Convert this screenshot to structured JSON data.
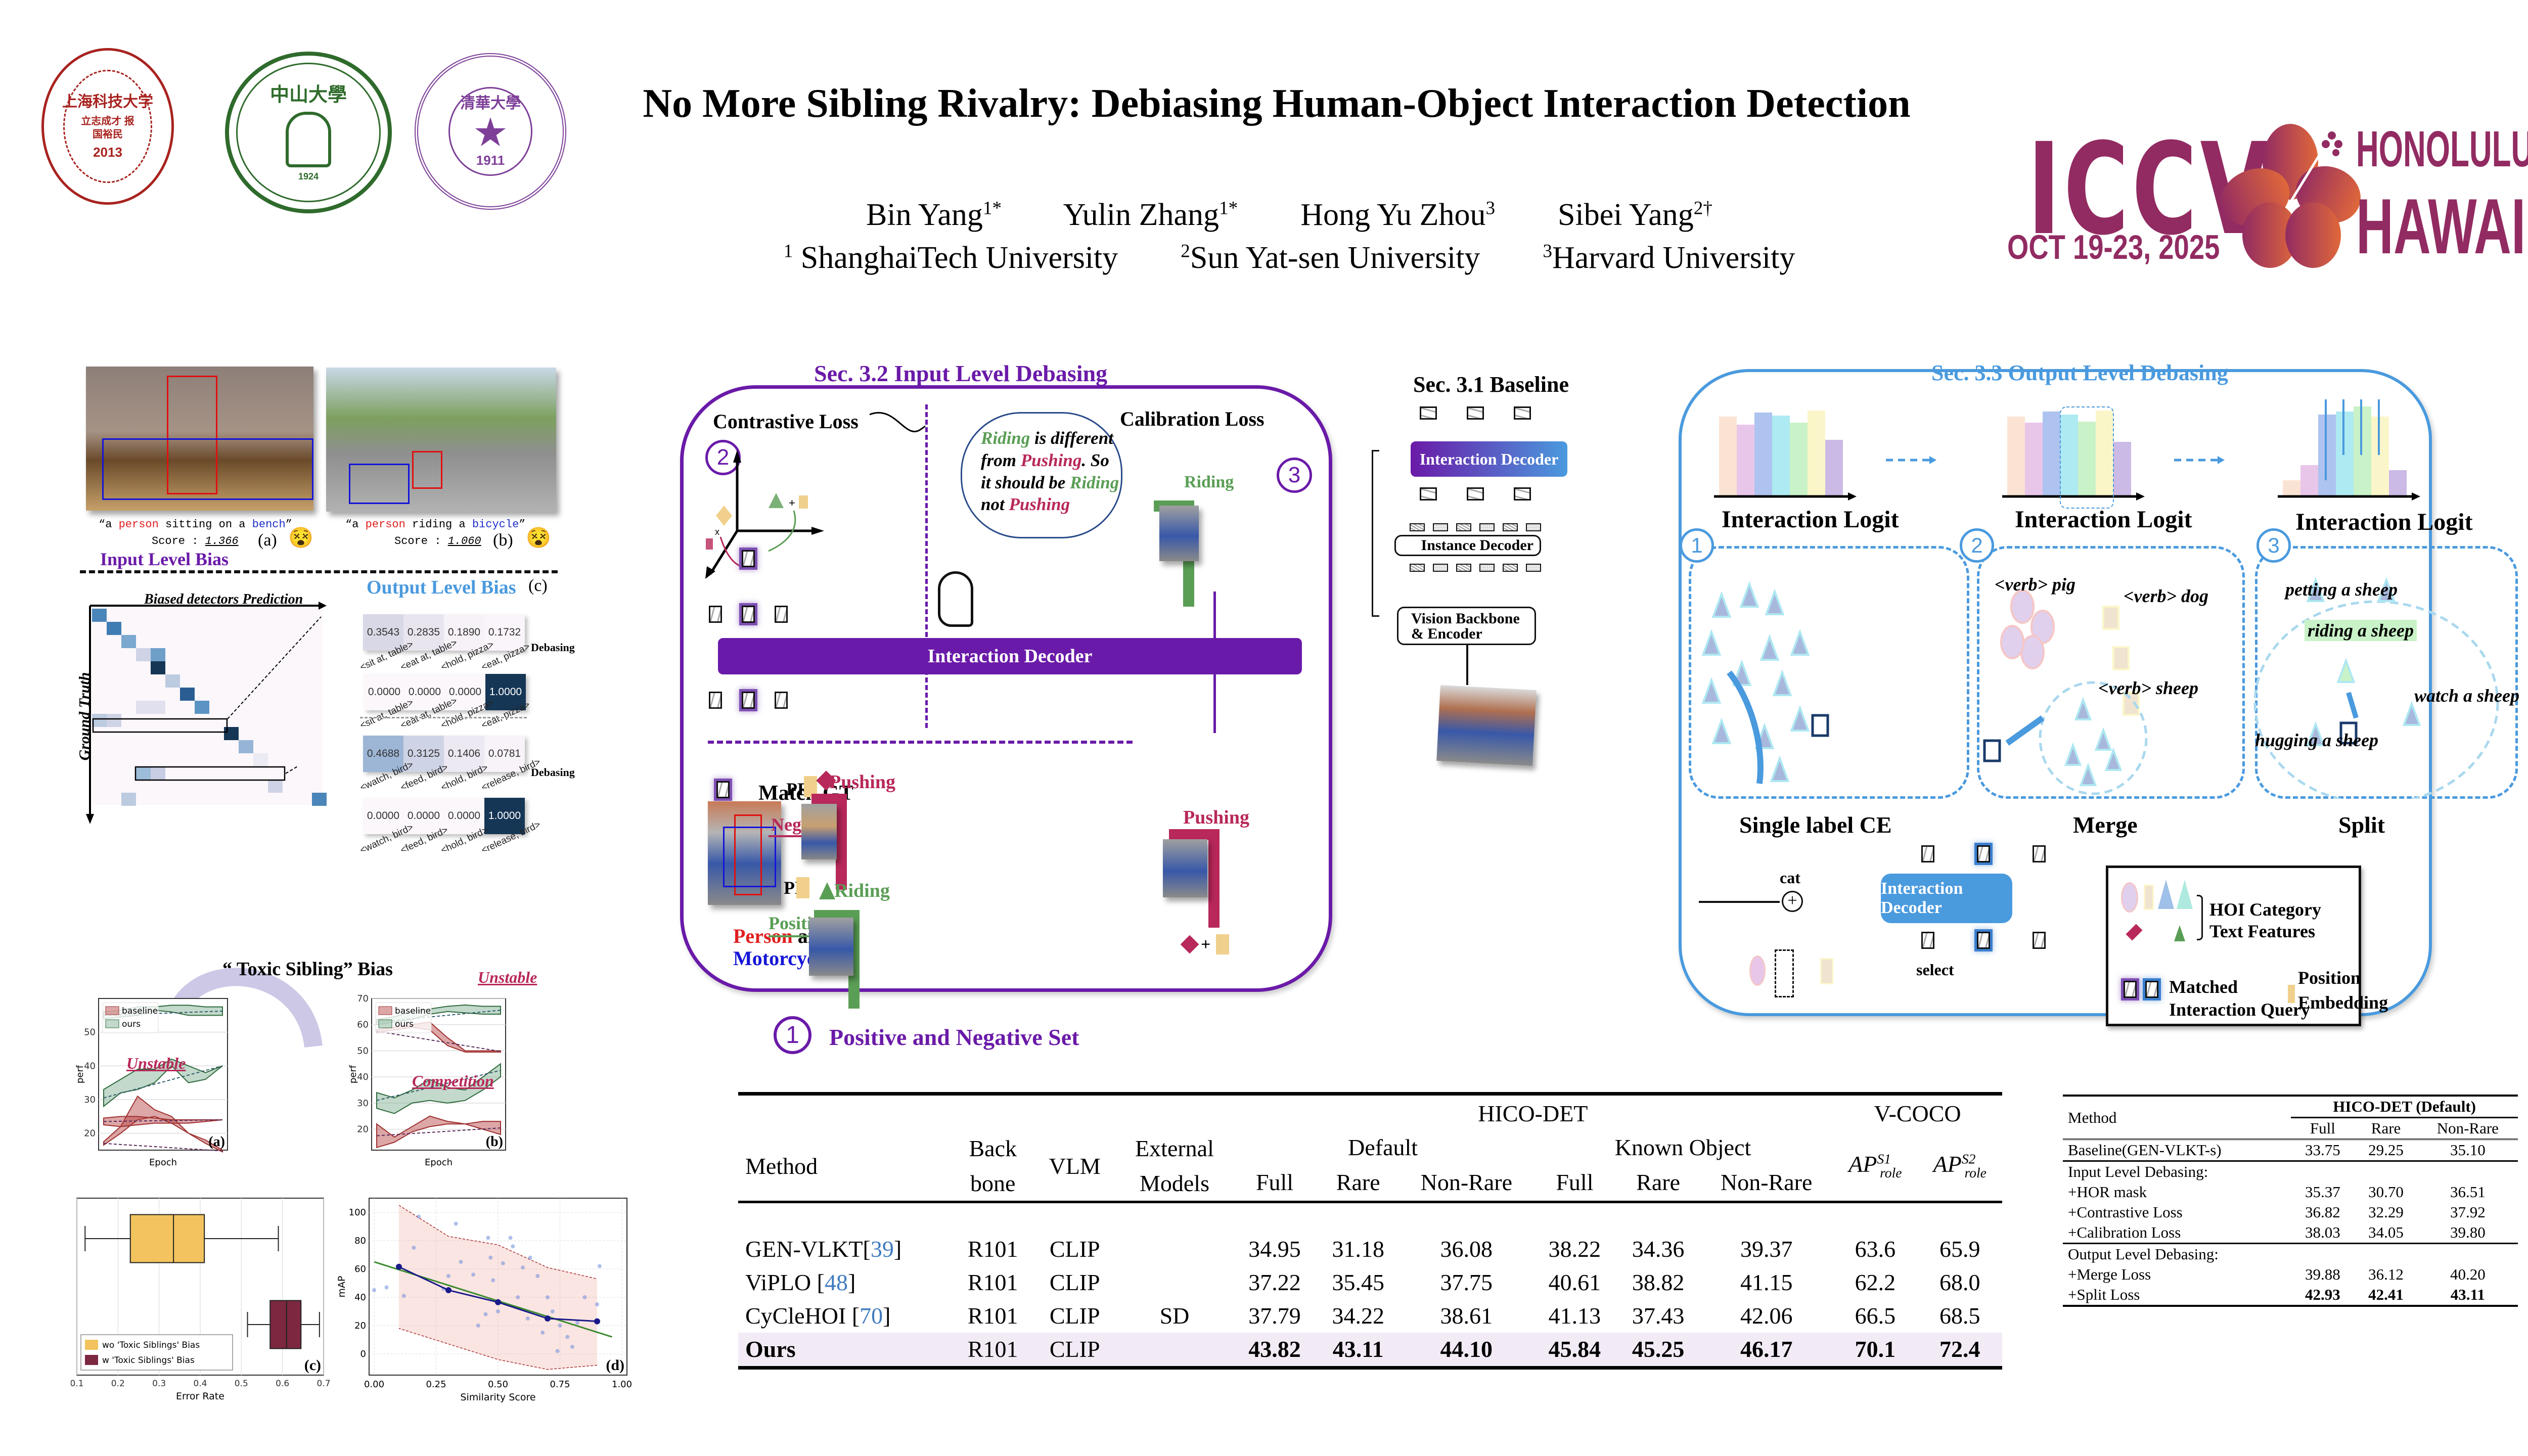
{
  "header": {
    "title": "No More Sibling Rivalry: Debiasing Human-Object Interaction Detection",
    "authors": [
      {
        "name": "Bin Yang",
        "sup": "1*"
      },
      {
        "name": "Yulin Zhang",
        "sup": "1*"
      },
      {
        "name": "Hong Yu Zhou",
        "sup": "3"
      },
      {
        "name": "Sibei Yang",
        "sup": "2†"
      }
    ],
    "affiliations": [
      {
        "sup": "1",
        "name": "ShanghaiTech University"
      },
      {
        "sup": "2",
        "name": "Sun Yat-sen University"
      },
      {
        "sup": "3",
        "name": "Harvard University"
      }
    ],
    "logos": [
      {
        "name": "ShanghaiTech University",
        "cn": "上海科技大学",
        "year": "2013",
        "motto": "立志成才 报国裕民",
        "color": "#a8231f"
      },
      {
        "name": "SUN YAT-SEN UNIVERSITY",
        "cn": "中山大學",
        "year": "1924",
        "color": "#2f6b2c"
      },
      {
        "name": "TSINGHUA UNIVERSITY",
        "cn": "清華大學",
        "year": "1911",
        "color": "#7d3f98"
      }
    ],
    "conference": {
      "name": "ICCV",
      "dates": "OCT 19-23, 2025",
      "city": "HONOLULU",
      "state": "HAWAII",
      "color": "#922b62",
      "flower_colors": [
        "#922b62",
        "#e0683a"
      ]
    }
  },
  "input_bias": {
    "caption_a": {
      "pre": "“a ",
      "subject": "person",
      "mid": " sitting on a ",
      "object": "bench",
      "post": "”",
      "score_label": "Score : ",
      "score": "1.366",
      "tag": "(a)"
    },
    "caption_b": {
      "pre": "“a ",
      "subject": "person",
      "mid": " riding a ",
      "object": "bicycle",
      "post": "”",
      "score_label": "Score : ",
      "score": "1.060",
      "tag": "(b)"
    },
    "title": "Input Level Bias"
  },
  "output_bias": {
    "title": "Output Level Bias",
    "tag": "(c)",
    "x_axis": "Biased detectors Prediction",
    "y_axis": "Ground Truth",
    "debias_label": "Debasing",
    "rows": [
      {
        "values": [
          "0.3543",
          "0.2835",
          "0.1890",
          "0.1732"
        ],
        "labels": [
          "<sit at, table>",
          "<eat at, table>",
          "<hold, pizza>",
          "<eat, pizza>"
        ]
      },
      {
        "values": [
          "0.0000",
          "0.0000",
          "0.0000",
          "1.0000"
        ],
        "labels": [
          "<sit at, table>",
          "<eat at, table>",
          "<hold, pizza>",
          "<eat, pizza>"
        ]
      },
      {
        "values": [
          "0.4688",
          "0.3125",
          "0.1406",
          "0.0781"
        ],
        "labels": [
          "<watch, bird>",
          "<feed, bird>",
          "<hold, bird>",
          "<release, bird>"
        ]
      },
      {
        "values": [
          "0.0000",
          "0.0000",
          "0.0000",
          "1.0000"
        ],
        "labels": [
          "<watch, bird>",
          "<feed, bird>",
          "<hold, bird>",
          "<release, bird>"
        ]
      }
    ]
  },
  "toxic": {
    "title": "“ Toxic Sibling” Bias",
    "unstable": "Unstable",
    "competition": "Competition"
  },
  "chart_data": [
    {
      "id": "a",
      "type": "area",
      "tag": "(a)",
      "xlabel": "Epoch",
      "ylabel": "perf",
      "ylim": [
        15,
        60
      ],
      "yticks": [
        20,
        30,
        40,
        50
      ],
      "legend": [
        "baseline",
        "ours"
      ],
      "legend_position": "top-left",
      "series": [
        {
          "name": "ours (top band)",
          "upper": [
            56,
            56.5,
            57.5,
            57.5,
            58,
            58,
            57.5,
            57.5
          ],
          "lower": [
            54,
            54.5,
            55,
            56.5,
            56,
            55,
            55,
            55
          ]
        },
        {
          "name": "ours (mid band)",
          "upper": [
            33,
            36,
            39,
            39,
            42,
            40,
            38,
            40
          ],
          "lower": [
            28,
            32,
            33,
            35,
            40,
            35,
            36,
            40
          ]
        },
        {
          "name": "baseline (peak band)",
          "upper": [
            17.5,
            22,
            31,
            27,
            25,
            20,
            18,
            15
          ],
          "lower": [
            16.5,
            20,
            24,
            25,
            23,
            20,
            17,
            14.5
          ]
        },
        {
          "name": "baseline (flat band)",
          "upper": [
            24.5,
            25,
            25,
            24.5,
            24,
            24,
            24,
            24
          ],
          "lower": [
            22.5,
            22,
            22.5,
            23,
            23,
            23,
            23.5,
            24
          ]
        }
      ]
    },
    {
      "id": "b",
      "type": "area",
      "tag": "(b)",
      "xlabel": "Epoch",
      "ylabel": "perf",
      "ylim": [
        12,
        70
      ],
      "yticks": [
        20,
        30,
        40,
        50,
        60,
        70
      ],
      "legend": [
        "baseline",
        "ours"
      ],
      "legend_position": "top-left",
      "series": [
        {
          "name": "ours (top band)",
          "upper": [
            62,
            63,
            65,
            66,
            67,
            67.5,
            67,
            67
          ],
          "lower": [
            60,
            61,
            62,
            64,
            65,
            64.5,
            64,
            64
          ]
        },
        {
          "name": "baseline (drop band)",
          "upper": [
            58,
            59,
            60,
            61,
            55,
            50,
            50,
            50
          ],
          "lower": [
            57,
            58,
            59,
            58,
            52,
            49.5,
            49.5,
            49.5
          ]
        },
        {
          "name": "ours (mid band)",
          "upper": [
            34,
            32,
            35,
            39,
            36,
            35,
            40,
            45
          ],
          "lower": [
            28,
            26,
            30,
            31,
            30,
            31,
            35,
            40
          ]
        },
        {
          "name": "baseline (low band)",
          "upper": [
            22,
            17,
            21,
            25,
            23,
            22,
            23,
            23
          ],
          "lower": [
            13,
            15,
            19,
            21,
            22,
            22,
            20,
            18
          ]
        }
      ]
    },
    {
      "id": "c",
      "type": "box",
      "tag": "(c)",
      "xlabel": "Error Rate",
      "xlim": [
        0.1,
        0.7
      ],
      "xticks": [
        0.1,
        0.2,
        0.3,
        0.4,
        0.5,
        0.6,
        0.7
      ],
      "legend": [
        "wo 'Toxic Siblings' Bias",
        "w 'Toxic Siblings' Bias"
      ],
      "legend_position": "bottom-left",
      "series": [
        {
          "name": "wo 'Toxic Siblings' Bias",
          "color": "#f2c35e",
          "whisker_low": 0.12,
          "q1": 0.23,
          "median": 0.335,
          "q3": 0.41,
          "whisker_high": 0.59
        },
        {
          "name": "w 'Toxic Siblings' Bias",
          "color": "#7b2840",
          "whisker_low": 0.515,
          "q1": 0.57,
          "median": 0.61,
          "q3": 0.645,
          "whisker_high": 0.69
        }
      ]
    },
    {
      "id": "d",
      "type": "scatter",
      "tag": "(d)",
      "xlabel": "Similarity Score",
      "ylabel": "mAP",
      "xlim": [
        0.0,
        1.0
      ],
      "ylim": [
        -15,
        110
      ],
      "xticks": [
        "0.00",
        "0.25",
        "0.50",
        "0.75",
        "1.00"
      ],
      "yticks": [
        0,
        20,
        40,
        60,
        80,
        100
      ],
      "binned_mean": {
        "x": [
          0.1,
          0.3,
          0.5,
          0.7,
          0.9
        ],
        "y": [
          61.5,
          45,
          36.5,
          25,
          23
        ]
      },
      "trend_line": {
        "x": [
          0.0,
          0.96
        ],
        "y": [
          65,
          12
        ]
      },
      "band_upper": {
        "x": [
          0.1,
          0.3,
          0.5,
          0.7,
          0.9
        ],
        "y": [
          105,
          83,
          77,
          61,
          53
        ]
      },
      "band_lower": {
        "x": [
          0.1,
          0.3,
          0.5,
          0.7,
          0.9
        ],
        "y": [
          18,
          7,
          -4,
          -11,
          -8
        ]
      },
      "points_sample": [
        [
          0.0,
          45
        ],
        [
          0.05,
          47
        ],
        [
          0.12,
          41
        ],
        [
          0.16,
          75
        ],
        [
          0.18,
          97
        ],
        [
          0.28,
          46
        ],
        [
          0.3,
          55
        ],
        [
          0.33,
          92
        ],
        [
          0.35,
          65
        ],
        [
          0.4,
          56
        ],
        [
          0.46,
          82
        ],
        [
          0.47,
          68
        ],
        [
          0.48,
          52
        ],
        [
          0.52,
          64
        ],
        [
          0.55,
          82
        ],
        [
          0.56,
          76
        ],
        [
          0.6,
          61
        ],
        [
          0.63,
          68
        ],
        [
          0.66,
          55
        ],
        [
          0.7,
          40
        ],
        [
          0.72,
          30
        ],
        [
          0.75,
          20
        ],
        [
          0.78,
          12
        ],
        [
          0.8,
          5
        ],
        [
          0.85,
          40
        ],
        [
          0.9,
          35
        ],
        [
          0.91,
          62
        ],
        [
          0.58,
          40
        ],
        [
          0.62,
          25
        ],
        [
          0.68,
          15
        ],
        [
          0.74,
          2
        ],
        [
          0.82,
          22
        ],
        [
          0.5,
          30
        ],
        [
          0.45,
          28
        ],
        [
          0.42,
          20
        ]
      ]
    }
  ],
  "input_debiasing": {
    "section": "Sec. 3.2  Input Level Debasing",
    "contrastive_loss": "Contrastive Loss",
    "calibration_loss": "Calibration Loss",
    "thought": [
      {
        "t": "Riding",
        "c": "green"
      },
      {
        "t": " is different from ",
        "c": "black"
      },
      {
        "t": "Pushing",
        "c": "red"
      },
      {
        "t": ". So it should be ",
        "c": "black"
      },
      {
        "t": "Riding",
        "c": "green"
      },
      {
        "t": " not ",
        "c": "black"
      },
      {
        "t": "Pushing",
        "c": "red"
      }
    ],
    "riding_label": "Riding",
    "decoder": "Interaction Decoder",
    "step2": "2",
    "step3": "3",
    "step1": "1",
    "match_gt": "Match GT",
    "person": "Person",
    "and": " and",
    "motorcycle": "Motorcycle",
    "negative": "Negative",
    "positive": "Positive",
    "pe": "PE",
    "pushing": "Pushing",
    "riding": "Riding",
    "set_title": "Positive and Negative Set",
    "x_label": "x",
    "plus": "+",
    "colors": {
      "purple": "#6a1aa8",
      "green": "#5a9e55",
      "red": "#b8285a",
      "gold": "#f0d08c"
    }
  },
  "baseline": {
    "section": "Sec. 3.1  Baseline",
    "interaction_decoder": "Interaction Decoder",
    "instance_decoder": "Instance Decoder",
    "backbone": [
      "Vision Backbone",
      "& Encoder"
    ]
  },
  "output_debiasing": {
    "section": "Sec. 3.3  Output Level Debasing",
    "logit_label": "Interaction Logit",
    "bar_colors": [
      "#fbe3d3",
      "#e8c6ea",
      "#aec3ef",
      "#aeeaf2",
      "#c9f2c8",
      "#fbf6c9",
      "#cbb9e6"
    ],
    "bars_1": [
      0.78,
      0.7,
      0.82,
      0.79,
      0.72,
      0.84,
      0.55
    ],
    "bars_2": [
      0.78,
      0.72,
      0.83,
      0.8,
      0.73,
      0.84,
      0.53
    ],
    "bars_3": [
      0.15,
      0.3,
      0.8,
      0.83,
      0.88,
      0.78,
      0.25
    ],
    "steps": [
      "1",
      "2",
      "3"
    ],
    "merge_labels": [
      "<verb> pig",
      "<verb> dog",
      "<verb> sheep"
    ],
    "split_labels": [
      "petting a sheep",
      "riding a sheep",
      "watch a sheep",
      "hugging a sheep"
    ],
    "stage_labels": [
      "Single label CE",
      "Merge",
      "Split"
    ],
    "cat": "cat",
    "select": "select",
    "decoder": "Interaction Decoder"
  },
  "legend": {
    "hoi": [
      "HOI Category",
      "Text Features"
    ],
    "matched": [
      "Matched",
      "Interaction Query"
    ],
    "position": [
      "Position",
      "Embedding"
    ]
  },
  "main_table": {
    "group_headers": {
      "hico": "HICO-DET",
      "vcoco": "V-COCO",
      "default": "Default",
      "known": "Known Object"
    },
    "columns": [
      "Method",
      "Back bone",
      "VLM",
      "External Models",
      "Full",
      "Rare",
      "Non-Rare",
      "Full",
      "Rare",
      "Non-Rare",
      "AP_role^S1",
      "AP_role^S2"
    ],
    "col_head": {
      "method": "Method",
      "backbone1": "Back",
      "backbone2": "bone",
      "vlm": "VLM",
      "ext1": "External",
      "ext2": "Models",
      "full": "Full",
      "rare": "Rare",
      "nonrare": "Non-Rare",
      "ap": "AP",
      "sub": "role",
      "s1": "S1",
      "s2": "S2"
    },
    "rows": [
      {
        "method": "GEN-VLKT",
        "ref": "39",
        "backbone": "R101",
        "vlm": "CLIP",
        "ext": "",
        "vals": [
          "34.95",
          "31.18",
          "36.08",
          "38.22",
          "34.36",
          "39.37",
          "63.6",
          "65.9"
        ],
        "highlight": false
      },
      {
        "method": "ViPLO ",
        "ref": "48",
        "backbone": "R101",
        "vlm": "CLIP",
        "ext": "",
        "vals": [
          "37.22",
          "35.45",
          "37.75",
          "40.61",
          "38.82",
          "41.15",
          "62.2",
          "68.0"
        ],
        "highlight": false
      },
      {
        "method": "CyCleHOI ",
        "ref": "70",
        "backbone": "R101",
        "vlm": "CLIP",
        "ext": "SD",
        "vals": [
          "37.79",
          "34.22",
          "38.61",
          "41.13",
          "37.43",
          "42.06",
          "66.5",
          "68.5"
        ],
        "highlight": false
      },
      {
        "method": "Ours",
        "ref": "",
        "backbone": "R101",
        "vlm": "CLIP",
        "ext": "",
        "vals": [
          "43.82",
          "43.11",
          "44.10",
          "45.84",
          "45.25",
          "46.17",
          "70.1",
          "72.4"
        ],
        "highlight": true
      }
    ]
  },
  "ablation_table": {
    "head": {
      "method": "Method",
      "group": "HICO-DET (Default)",
      "full": "Full",
      "rare": "Rare",
      "nonrare": "Non-Rare"
    },
    "baseline": {
      "label": "Baseline(GEN-VLKT-s)",
      "vals": [
        "33.75",
        "29.25",
        "35.10"
      ]
    },
    "input_title": "Input Level Debasing:",
    "input_rows": [
      {
        "label": "+HOR mask",
        "vals": [
          "35.37",
          "30.70",
          "36.51"
        ]
      },
      {
        "label": "+Contrastive Loss",
        "vals": [
          "36.82",
          "32.29",
          "37.92"
        ]
      },
      {
        "label": "+Calibration Loss",
        "vals": [
          "38.03",
          "34.05",
          "39.80"
        ]
      }
    ],
    "output_title": "Output Level Debasing:",
    "output_rows": [
      {
        "label": "+Merge Loss",
        "vals": [
          "39.88",
          "36.12",
          "40.20"
        ],
        "bold": false
      },
      {
        "label": "+Split Loss",
        "vals": [
          "42.93",
          "42.41",
          "43.11"
        ],
        "bold": true
      }
    ]
  }
}
